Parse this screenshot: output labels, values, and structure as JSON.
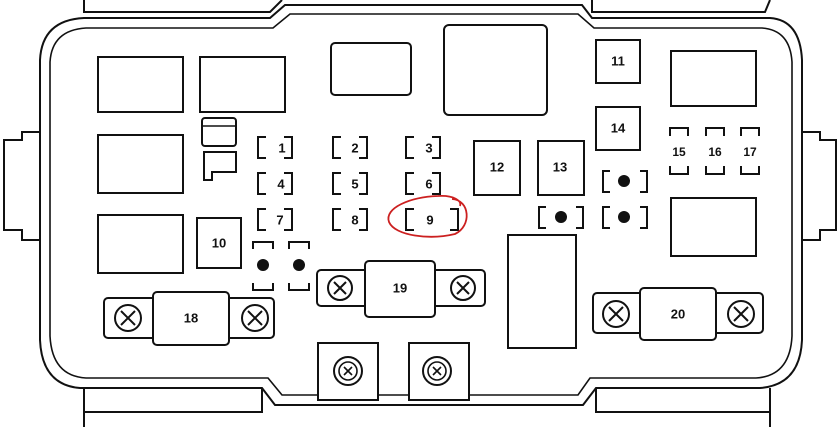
{
  "colors": {
    "ink": "#111111",
    "highlight_circle": "#cc2020"
  },
  "labels": {
    "f1": "1",
    "f2": "2",
    "f3": "3",
    "f4": "4",
    "f5": "5",
    "f6": "6",
    "f7": "7",
    "f8": "8",
    "f9": "9",
    "f10": "10",
    "f11": "11",
    "f12": "12",
    "f13": "13",
    "f14": "14",
    "f15": "15",
    "f16": "16",
    "f17": "17",
    "f18": "18",
    "f19": "19",
    "f20": "20"
  },
  "icons": {
    "bolt": "bolt-x-icon",
    "terminal": "terminal-icon",
    "diode": "diode-dot-icon"
  },
  "annotation": {
    "circled_fuse": "9"
  }
}
